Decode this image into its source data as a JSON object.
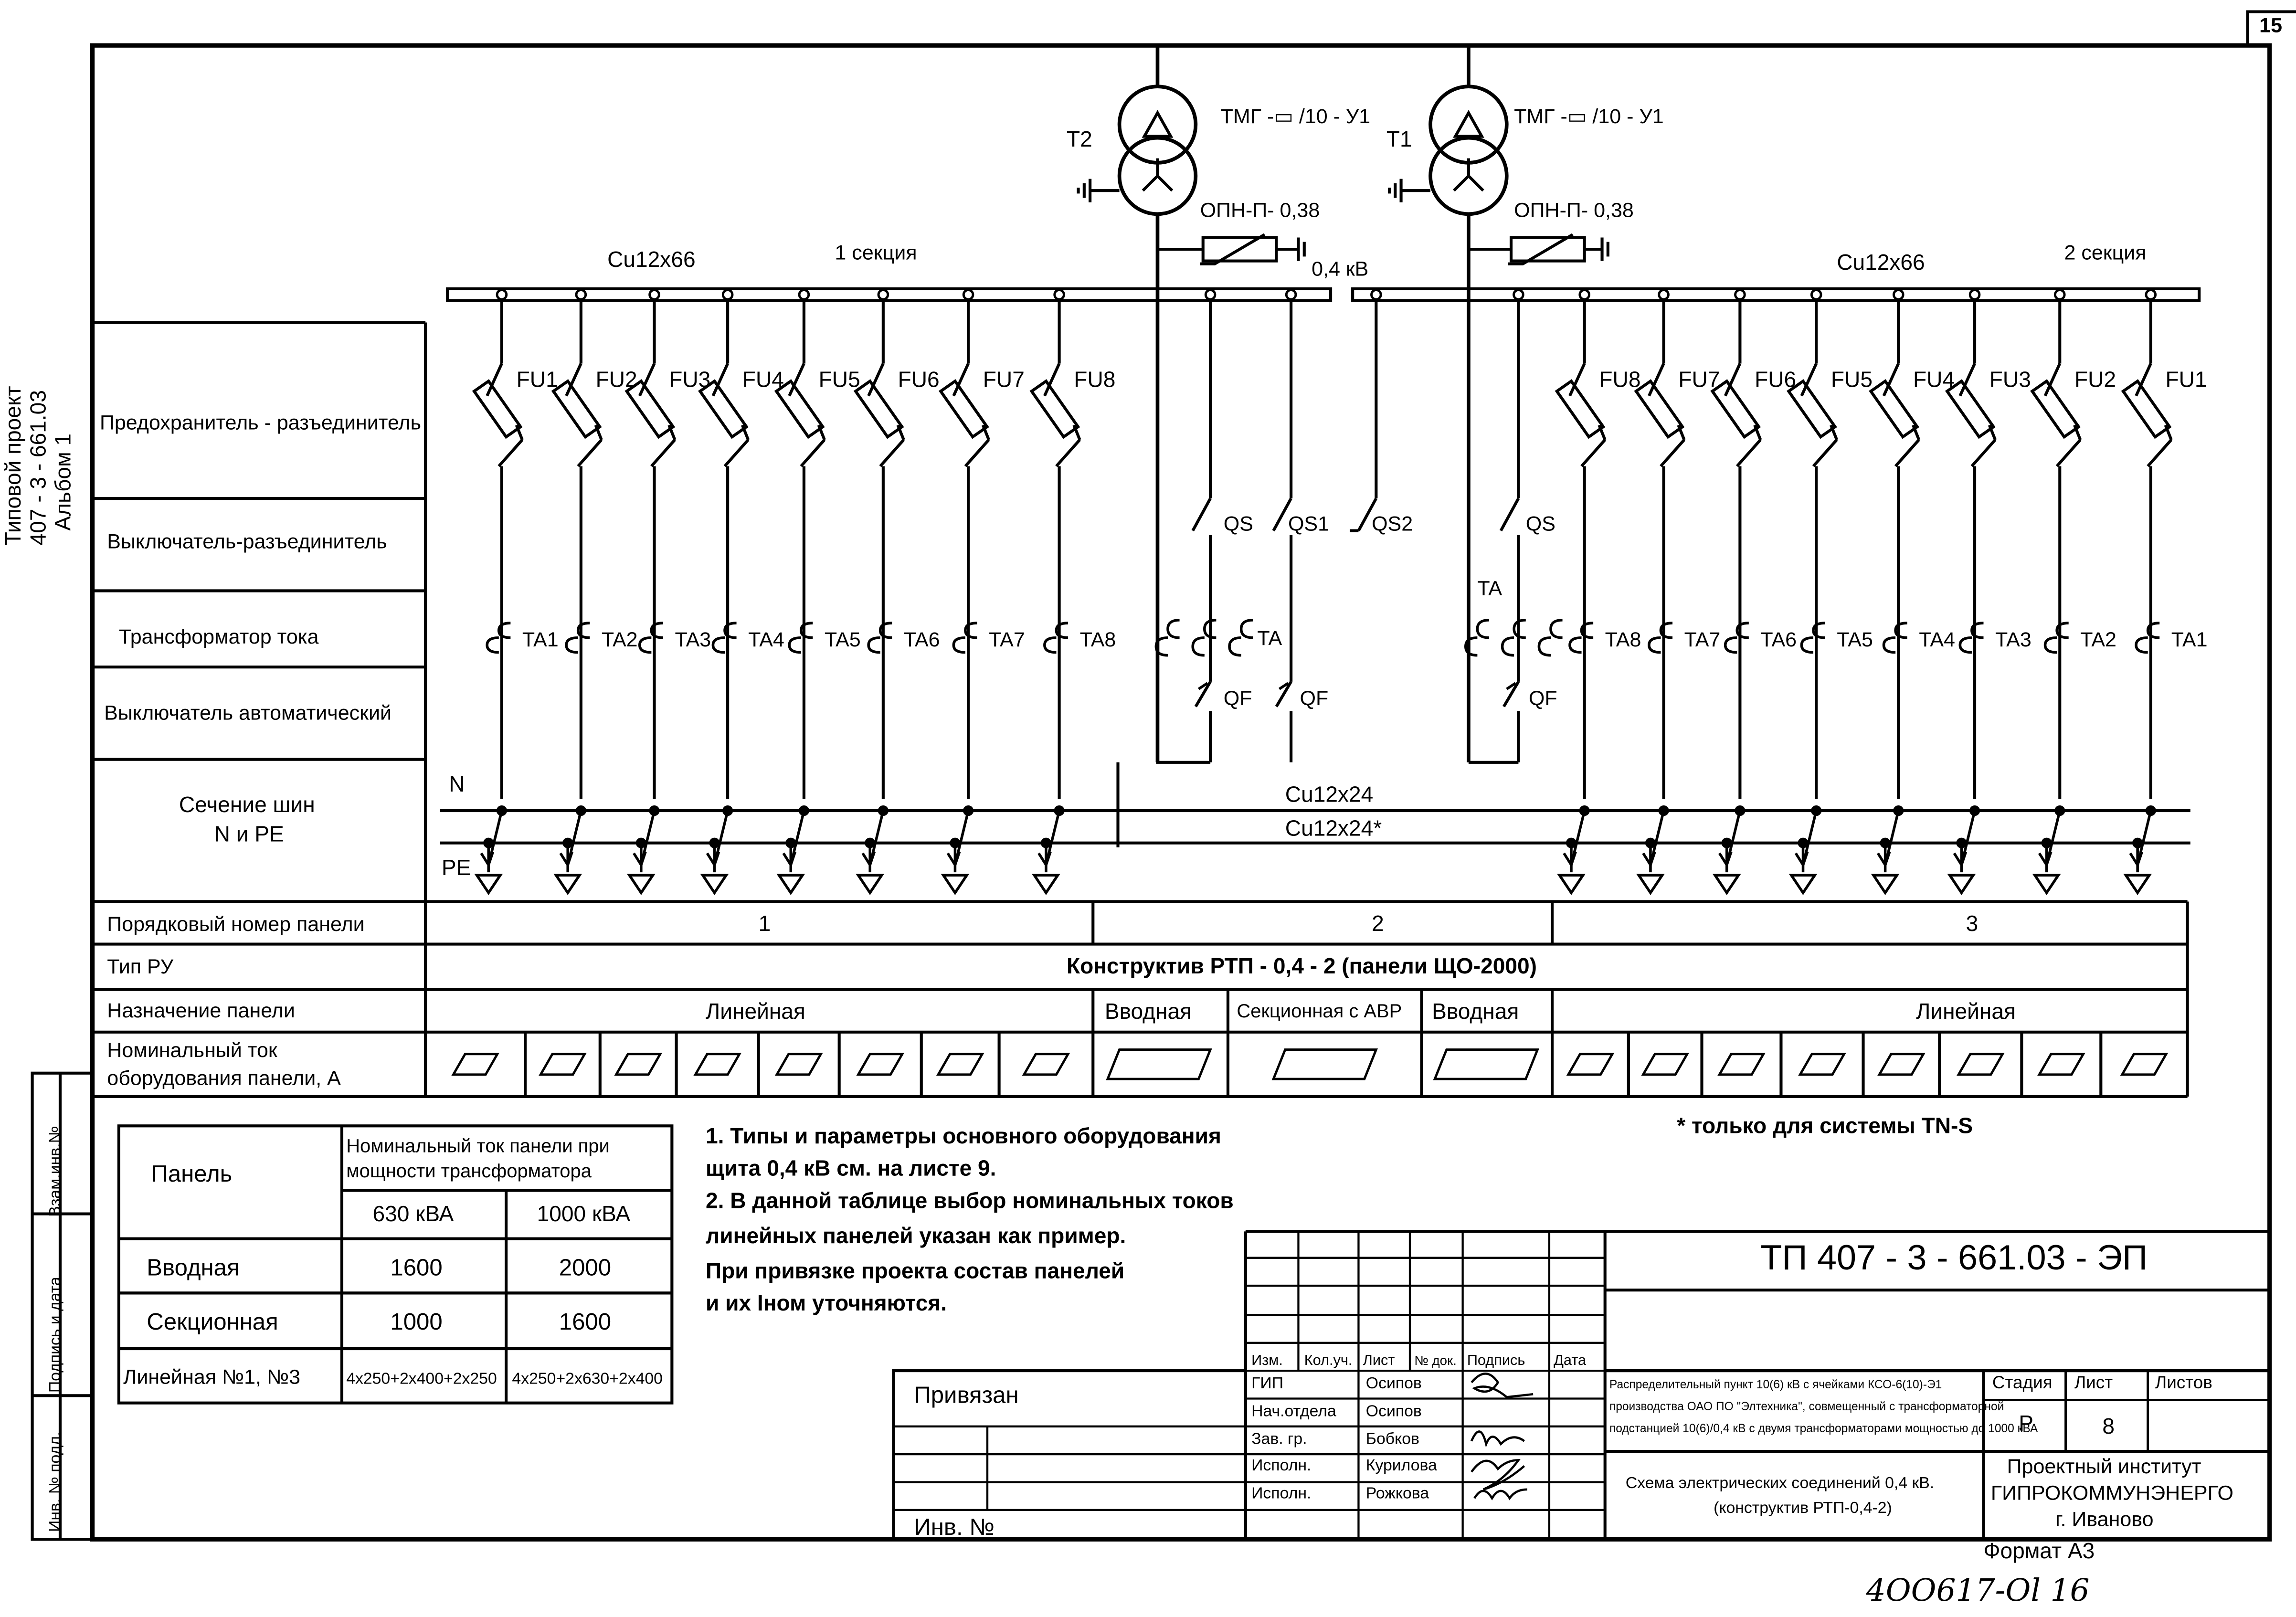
{
  "page_number": "15",
  "side": {
    "proj_line1": "Типовой проект",
    "proj_line2": "407 - 3 - 661.03",
    "proj_line3": "Альбом   1",
    "vzam": "Взам.инв.№",
    "podp": "Подпись и дата",
    "inv": "Инв. № подл."
  },
  "transformers": {
    "t2_label": "Т2",
    "t1_label": "Т1",
    "t2_type": "ТМГ -▭ /10 - У1",
    "t1_type": "ТМГ -▭ /10 - У1",
    "arrester_left": "ОПН-П- 0,38",
    "arrester_right": "ОПН-П- 0,38",
    "voltage": "0,4 кВ"
  },
  "busbars": {
    "left_bus": "Cu12x66",
    "left_section": "1 секция",
    "right_bus": "Cu12x66",
    "right_section": "2 секция",
    "n_bus": "Cu12x24",
    "pe_bus": "Cu12x24*",
    "n_label": "N",
    "pe_label": "PE"
  },
  "row_labels": {
    "fuse": "Предохранитель - разъединитель",
    "switch": "Выключатель-разъединитель",
    "ct": "Трансформатор тока",
    "breaker": "Выключатель автоматический",
    "bus_section_1": "Сечение шин",
    "bus_section_2": "N  и PE",
    "panel_no": "Порядковый номер панели",
    "ru_type": "Тип РУ",
    "purpose": "Назначение панели",
    "current_1": "Номинальный ток",
    "current_2": "оборудования панели, А"
  },
  "left_fuses": [
    "FU1",
    "FU2",
    "FU3",
    "FU4",
    "FU5",
    "FU6",
    "FU7",
    "FU8"
  ],
  "left_cts": [
    "TA1",
    "TA2",
    "TA3",
    "TA4",
    "TA5",
    "TA6",
    "TA7",
    "TA8"
  ],
  "right_fuses": [
    "FU8",
    "FU7",
    "FU6",
    "FU5",
    "FU4",
    "FU3",
    "FU2",
    "FU1"
  ],
  "right_cts": [
    "TA8",
    "TA7",
    "TA6",
    "TA5",
    "TA4",
    "TA3",
    "TA2",
    "TA1"
  ],
  "center": {
    "qs_left": "QS",
    "qs1": "QS1",
    "qs2": "QS2",
    "qs_right": "QS",
    "ta_left": "TA",
    "ta_right": "TA",
    "qf_a": "QF",
    "qf_b": "QF",
    "qf_right": "QF"
  },
  "panel_numbers": [
    "1",
    "2",
    "3"
  ],
  "ru_type_value": "Конструктив РТП - 0,4 - 2 (панели ЩО-2000)",
  "purposes": {
    "linear_left": "Линейная",
    "input_left": "Вводная",
    "sectional": "Секционная с АВР",
    "input_right": "Вводная",
    "linear_right": "Линейная"
  },
  "notes": {
    "n1a": "1. Типы и параметры основного оборудования",
    "n1b": "щита 0,4 кВ см. на листе 9.",
    "n2a": "2. В данной таблице выбор номинальных токов",
    "n2b": "линейных панелей указан как пример.",
    "n2c": "При привязке проекта состав панелей",
    "n2d": "и их Iном уточняются.",
    "tns": "* только для системы TN-S"
  },
  "current_table": {
    "panel_header": "Панель",
    "nom_header_1": "Номинальный ток панели при",
    "nom_header_2": "мощности трансформатора",
    "col_630": "630 кВА",
    "col_1000": "1000 кВА",
    "rows": [
      {
        "name": "Вводная",
        "v630": "1600",
        "v1000": "2000"
      },
      {
        "name": "Секционная",
        "v630": "1000",
        "v1000": "1600"
      },
      {
        "name": "Линейная №1, №3",
        "v630": "4x250+2x400+2x250",
        "v1000": "4x250+2x630+2x400"
      }
    ]
  },
  "stamp": {
    "privyazan": "Привязан",
    "inv_no": "Инв. №",
    "code": "ТП  407 - 3 - 661.03 - ЭП",
    "hdr": [
      "Изм.",
      "Кол.уч.",
      "Лист",
      "№ док.",
      "Подпись",
      "Дата"
    ],
    "people": [
      {
        "role": "ГИП",
        "name": "Осипов"
      },
      {
        "role": "Нач.отдела",
        "name": "Осипов"
      },
      {
        "role": "Зав. гр.",
        "name": "Бобков"
      },
      {
        "role": "Исполн.",
        "name": "Курилова"
      },
      {
        "role": "Исполн.",
        "name": "Рожкова"
      }
    ],
    "desc_1": "Распределительный пункт 10(6) кВ с ячейками КСО-6(10)-Э1",
    "desc_2": "производства ОАО ПО \"Элтехника\", совмещенный с трансформаторной",
    "desc_3": "подстанцией 10(6)/0,4 кВ с двумя трансформаторами мощностью до 1000 кВА",
    "stage_h": "Стадия",
    "sheet_h": "Лист",
    "sheets_h": "Листов",
    "stage": "Р",
    "sheet": "8",
    "title_1": "Схема  электрических соединений 0,4 кВ.",
    "title_2": "(конструктив РТП-0,4-2)",
    "org_1": "Проектный институт",
    "org_2": "ГИПРОКОММУНЭНЕРГО",
    "org_3": "г. Иваново",
    "format": "Формат А3",
    "handwritten": "4ОО617-Ol    16"
  }
}
